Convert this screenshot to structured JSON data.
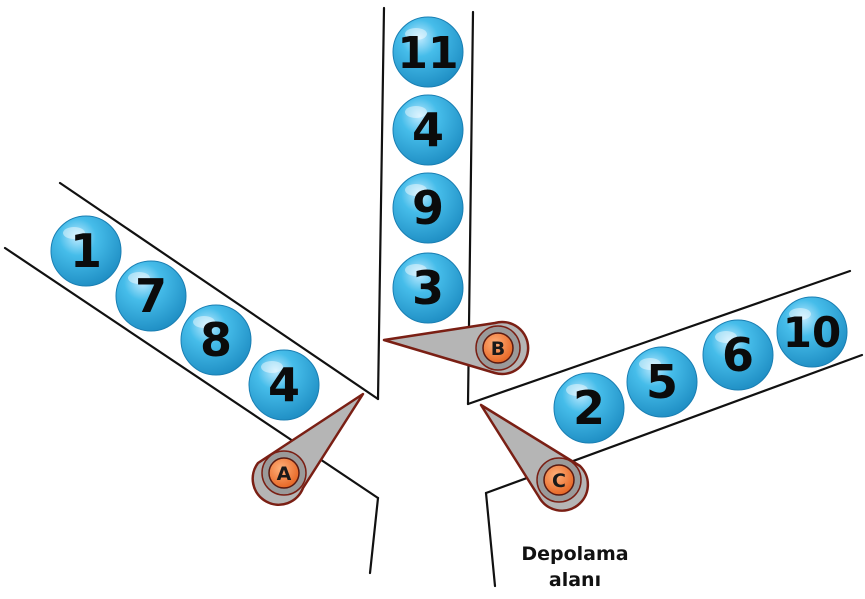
{
  "colors": {
    "ball": "#3fb6e6",
    "ball_dark": "#1e89bd",
    "gate_body": "#b3b3b3",
    "gate_outline": "#7a1f14",
    "gate_knob": "#f07a3a",
    "line": "#111111"
  },
  "tubes": {
    "left": {
      "balls": [
        "1",
        "7",
        "8",
        "4"
      ]
    },
    "middle": {
      "balls": [
        "11",
        "4",
        "9",
        "3"
      ]
    },
    "right": {
      "balls": [
        "2",
        "5",
        "6",
        "10"
      ]
    }
  },
  "gates": {
    "a": "A",
    "b": "B",
    "c": "C"
  },
  "storage": {
    "line1": "Depolama",
    "line2": "alanı"
  }
}
